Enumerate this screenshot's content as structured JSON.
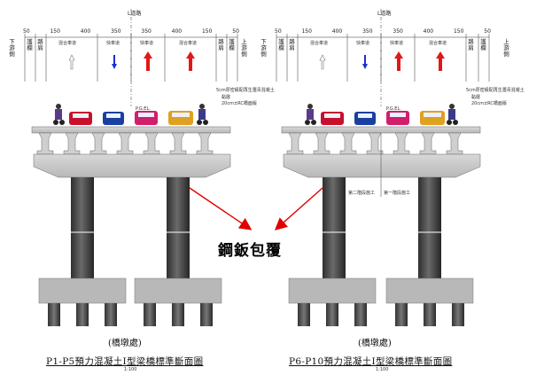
{
  "callout": "鋼鈑包覆",
  "left": {
    "road_label": "L道路",
    "side_left": "下游側",
    "side_right": "上游側",
    "dims": [
      "50",
      "150",
      "400",
      "350",
      "350",
      "400",
      "150",
      "50"
    ],
    "lanes": [
      "護欄",
      "路肩",
      "混合車道",
      "快車道",
      "快車道",
      "混合車道",
      "路肩",
      "護欄"
    ],
    "pave_note_1": "5cm厚密級配再生瀝青混凝土",
    "pave_note_2": "黏層",
    "pave_note_3": "20cm±RC橋面版",
    "pgel": "P.G.EL.",
    "pier_label": "(橋墩處)",
    "title": "P1-P5預力混凝土I型梁橋標準斷面圖",
    "scale": "1:100"
  },
  "right": {
    "road_label": "L道路",
    "side_left": "下游側",
    "side_right": "上游側",
    "dims": [
      "50",
      "150",
      "400",
      "350",
      "350",
      "400",
      "150",
      "50"
    ],
    "lanes": [
      "護欄",
      "路肩",
      "混合車道",
      "快車道",
      "快車道",
      "混合車道",
      "路肩",
      "護欄"
    ],
    "pave_note_1": "5cm厚密級配再生瀝青混凝土",
    "pave_note_2": "黏層",
    "pave_note_3": "20cm±RC橋面版",
    "pgel": "P.G.EL.",
    "stage_2": "第二階段施工",
    "stage_1": "第一階段施工",
    "pier_label": "(橋墩處)",
    "title": "P6-P10預力混凝土I型梁橋標準斷面圖",
    "scale": "1:100"
  },
  "colors": {
    "arrow_red": "#e01818",
    "arrow_blue": "#1a2fd0",
    "car_red": "#c8102e",
    "car_blue": "#1b3fa0",
    "car_pink": "#d1206b",
    "car_orange": "#e0a020",
    "concrete": "#c9c9c9",
    "pier_dark": "#3a3a3a",
    "callout_arrow": "#e00000"
  }
}
